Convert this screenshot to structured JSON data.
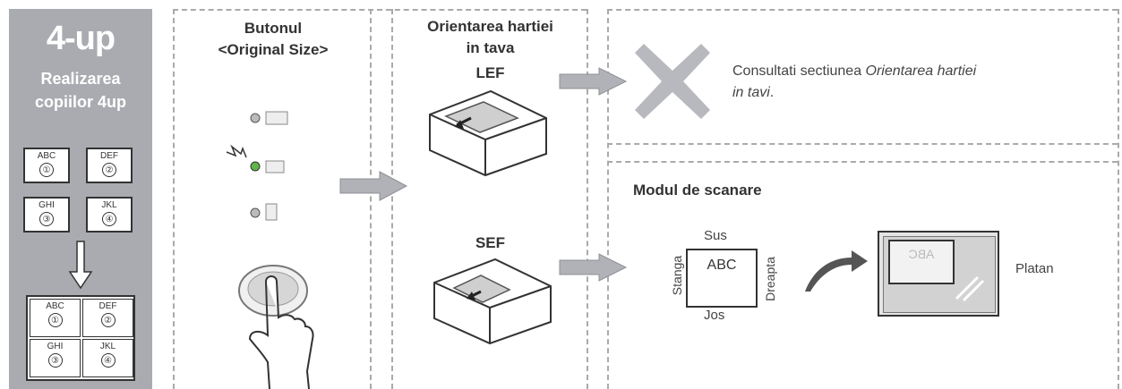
{
  "side_panel": {
    "title": "4-up",
    "subtitle_line1": "Realizarea",
    "subtitle_line2": "copiilor 4up",
    "pages": [
      {
        "label": "ABC",
        "num": "①"
      },
      {
        "label": "DEF",
        "num": "②"
      },
      {
        "label": "GHI",
        "num": "③"
      },
      {
        "label": "JKL",
        "num": "④"
      }
    ]
  },
  "button_section": {
    "title_line1": "Butonul",
    "title_line2": "<Original Size>"
  },
  "orientation_section": {
    "title_line1": "Orientarea hartiei",
    "title_line2": "in tava",
    "lef_label": "LEF",
    "sef_label": "SEF"
  },
  "consult_section": {
    "text_plain": "Consultati sectiunea ",
    "text_italic_1": "Orientarea hartiei",
    "text_italic_2": "in tavi",
    "text_end": "."
  },
  "scan_section": {
    "title": "Modul de scanare",
    "original_text": "ABC",
    "top": "Sus",
    "bottom": "Jos",
    "left": "Stanga",
    "right": "Dreapta",
    "platen_label": "Platan",
    "platen_mirrored": "ABC"
  },
  "colors": {
    "side_panel": "#a9abb1",
    "cross": "#b7b9be",
    "arrow": "#b0b2b7",
    "led_active": "#5fb548"
  }
}
